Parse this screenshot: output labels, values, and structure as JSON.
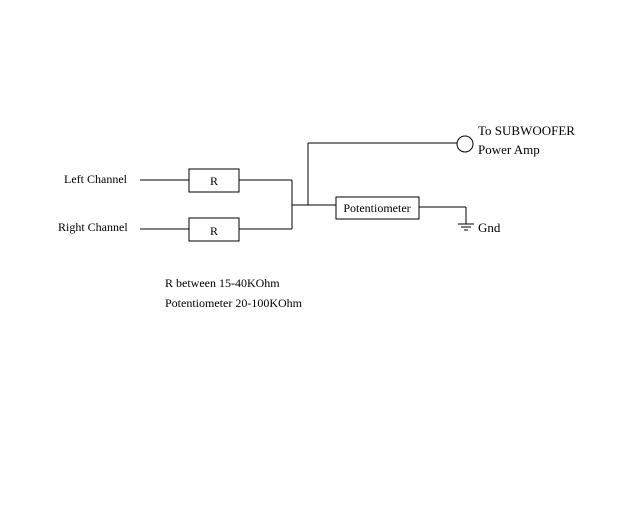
{
  "diagram": {
    "inputs": {
      "left_label": "Left Channel",
      "right_label": "Right Channel"
    },
    "resistors": {
      "top_label": "R",
      "bottom_label": "R"
    },
    "potentiometer_label": "Potentiometer",
    "output": {
      "line1": "To SUBWOOFER",
      "line2": "Power Amp"
    },
    "ground_label": "Gnd",
    "notes": [
      "R between 15-40KOhm",
      "Potentiometer 20-100KOhm"
    ]
  }
}
